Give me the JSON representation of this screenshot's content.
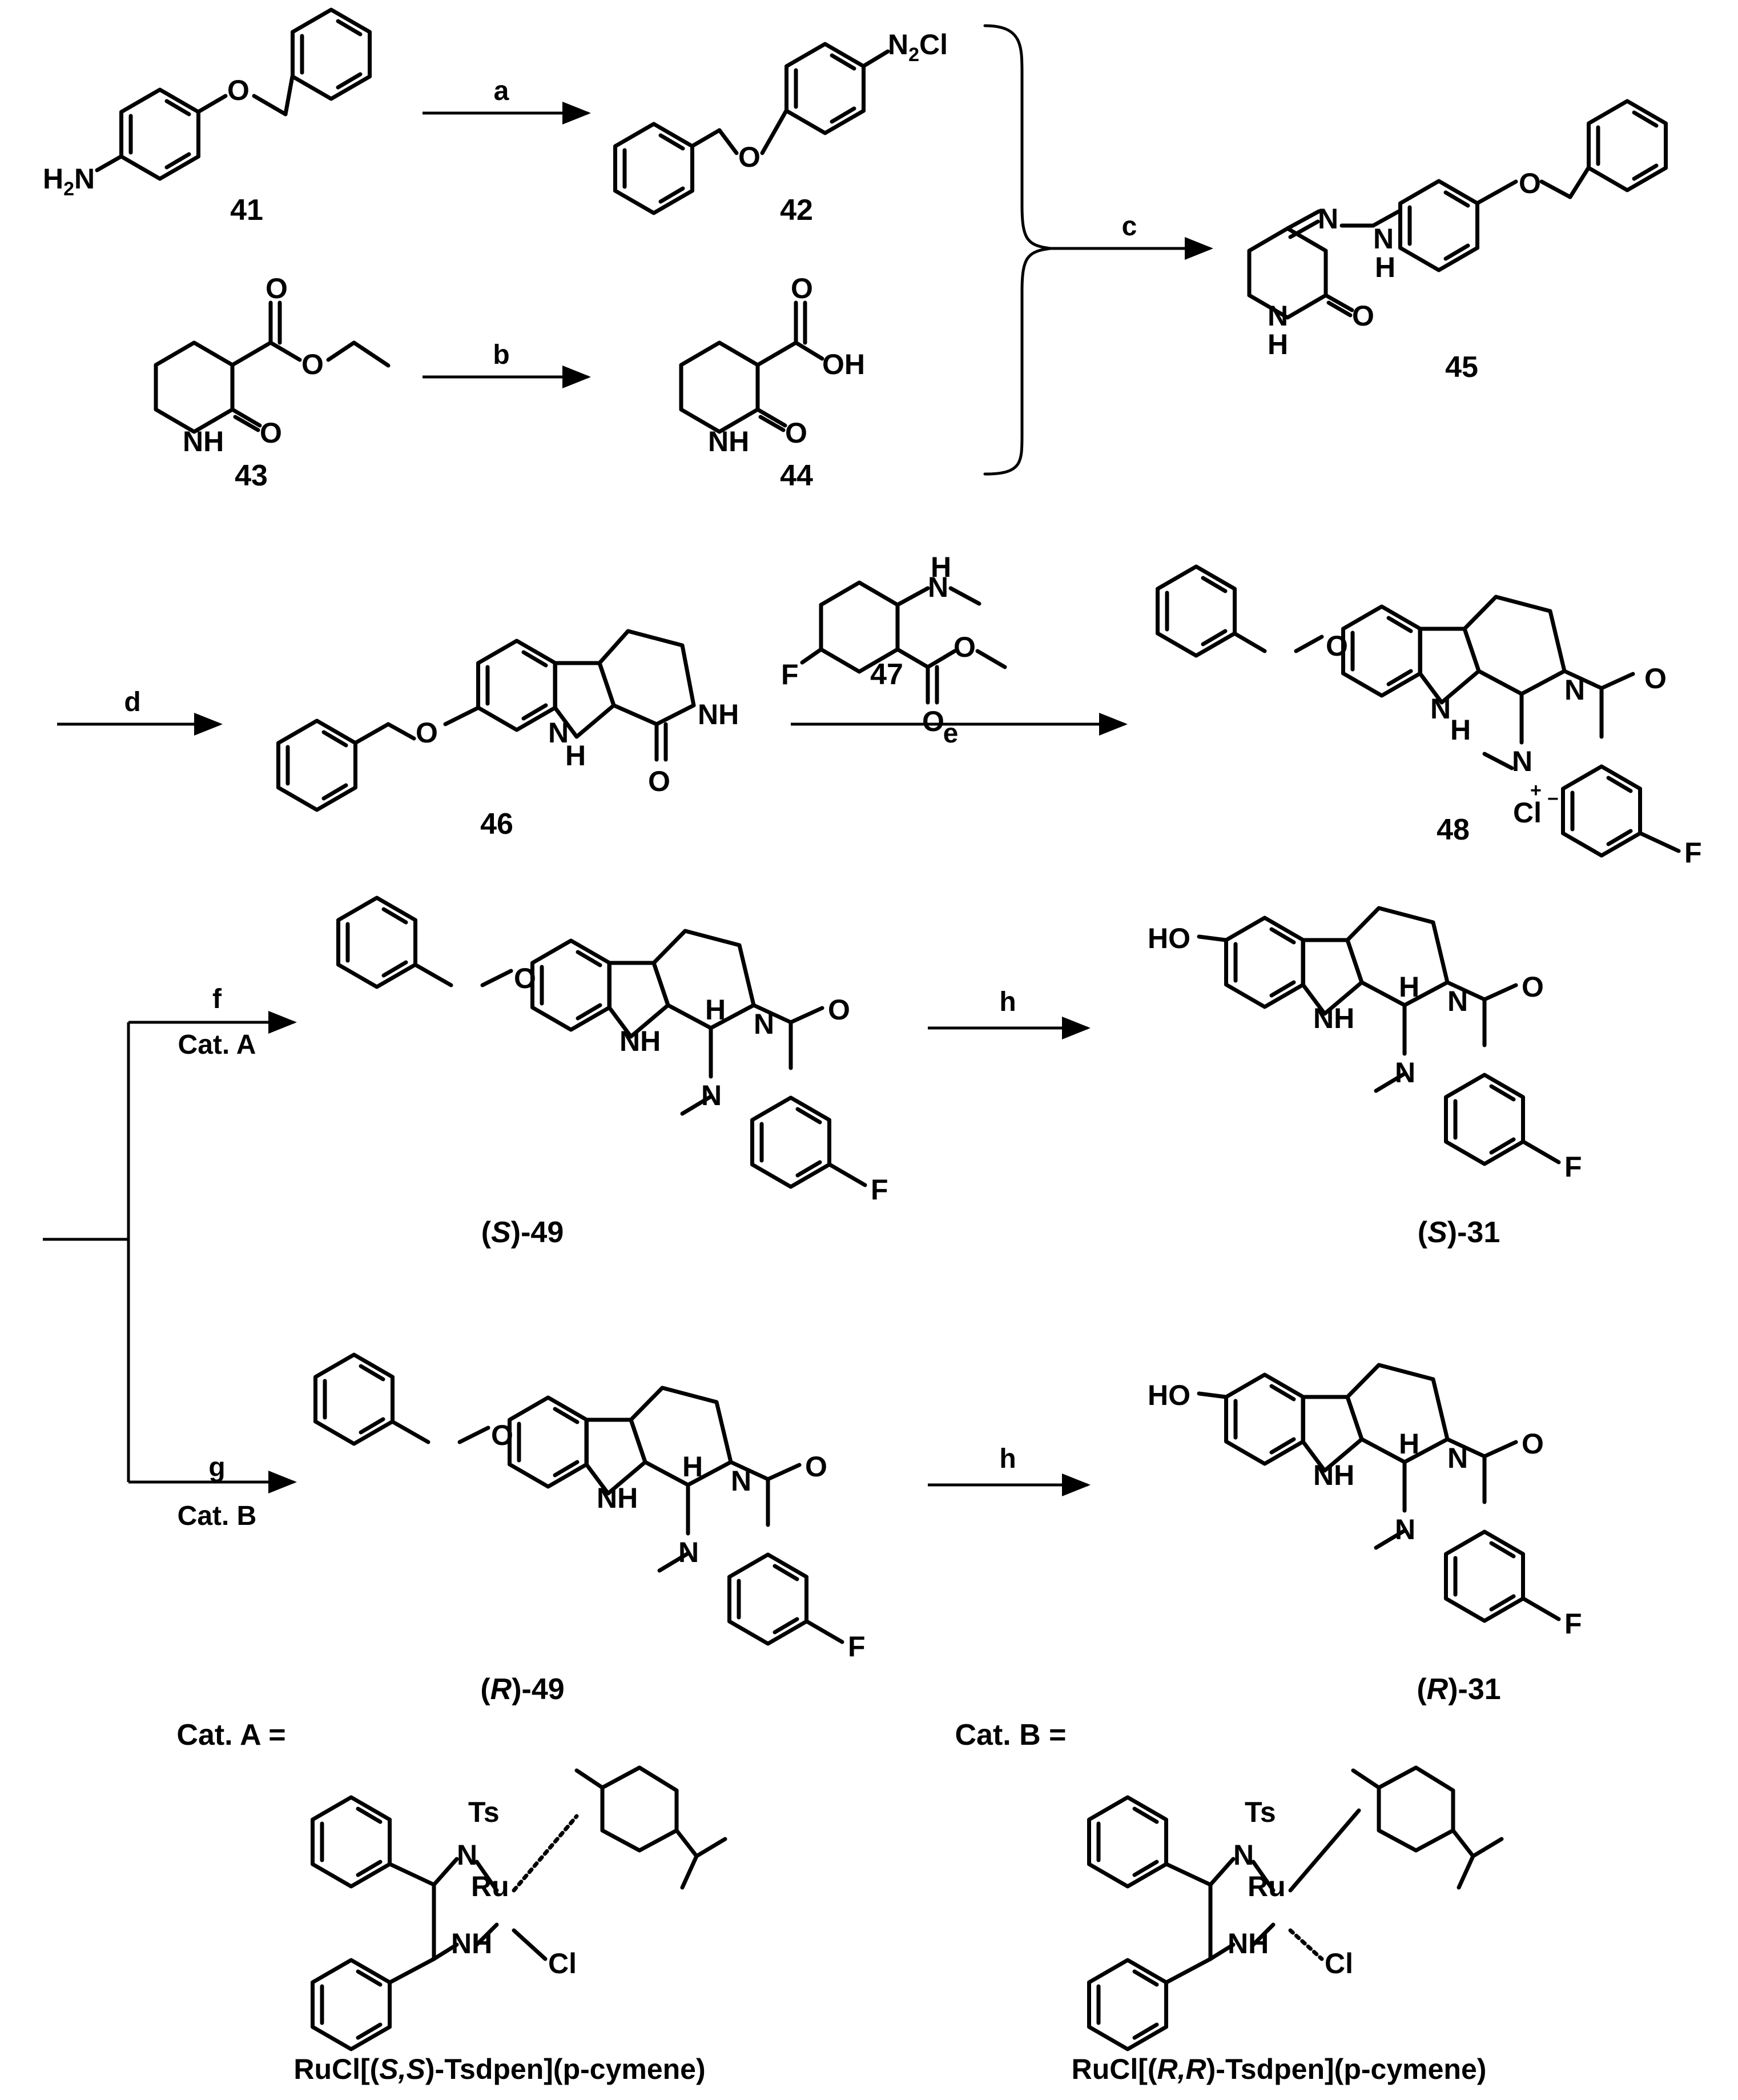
{
  "compounds": {
    "c41": "41",
    "c42": "42",
    "c43": "43",
    "c44": "44",
    "c45": "45",
    "c46": "46",
    "c47": "47",
    "c48": "48",
    "s49_pre": "(",
    "s49_ital": "S",
    "s49_post": ")-49",
    "r49_pre": "(",
    "r49_ital": "R",
    "r49_post": ")-49",
    "s31_pre": "(",
    "s31_ital": "S",
    "s31_post": ")-31",
    "r31_pre": "(",
    "r31_ital": "R",
    "r31_post": ")-31"
  },
  "conditions": {
    "a": "a",
    "b": "b",
    "c": "c",
    "d": "d",
    "e": "e",
    "f": "f",
    "g": "g",
    "h_top": "h",
    "h_bottom": "h",
    "cat_a": "Cat. A",
    "cat_b": "Cat. B"
  },
  "atoms": {
    "H2N": "H",
    "two": "2",
    "N": "N",
    "O": "O",
    "N2Cl": "N",
    "Cl": "Cl",
    "OH": "OH",
    "NH": "NH",
    "H": "H",
    "F": "F",
    "HO": "HO",
    "Ts": "Ts",
    "Ru": "Ru",
    "plus": "+",
    "minus": "−"
  },
  "catalysts": {
    "cat_a_label": "Cat. A =",
    "cat_b_label": "Cat. B =",
    "cat_a_name_pre": "RuCl[(",
    "cat_a_name_ital": "S,S",
    "cat_a_name_post": ")-Tsdpen](p-cymene)",
    "cat_b_name_pre": "RuCl[(",
    "cat_b_name_ital": "R,R",
    "cat_b_name_post": ")-Tsdpen](p-cymene)"
  }
}
